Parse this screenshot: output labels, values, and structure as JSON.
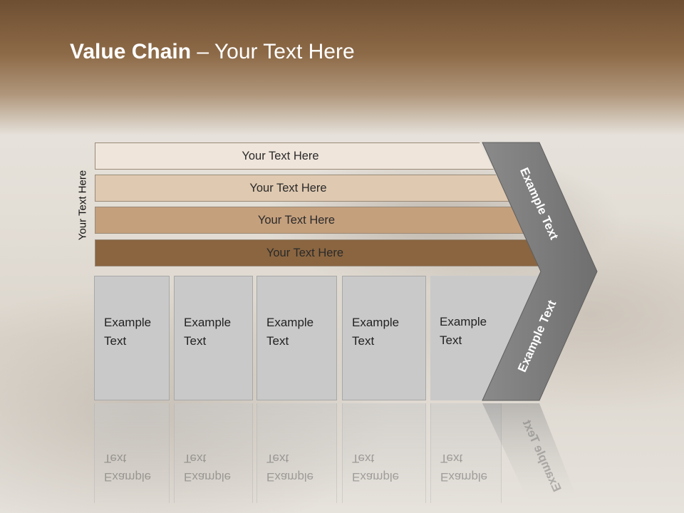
{
  "slide": {
    "title_bold": "Value Chain",
    "title_rest": " – Your Text Here",
    "side_label": "Your Text Here",
    "bands": [
      {
        "label": "Your Text Here",
        "color": "#efe5db"
      },
      {
        "label": "Your Text Here",
        "color": "#dfc9b0"
      },
      {
        "label": "Your Text Here",
        "color": "#c5a07d"
      },
      {
        "label": "Your Text Here",
        "color": "#8a6540"
      }
    ],
    "columns": [
      {
        "line1": "Example",
        "line2": "Text"
      },
      {
        "line1": "Example",
        "line2": "Text"
      },
      {
        "line1": "Example",
        "line2": "Text"
      },
      {
        "line1": "Example",
        "line2": "Text"
      },
      {
        "line1": "Example",
        "line2": "Text"
      }
    ],
    "chevron_upper_text": "Example Text",
    "chevron_lower_text": "Example Text",
    "chevron_color": "#7b7b7b"
  }
}
